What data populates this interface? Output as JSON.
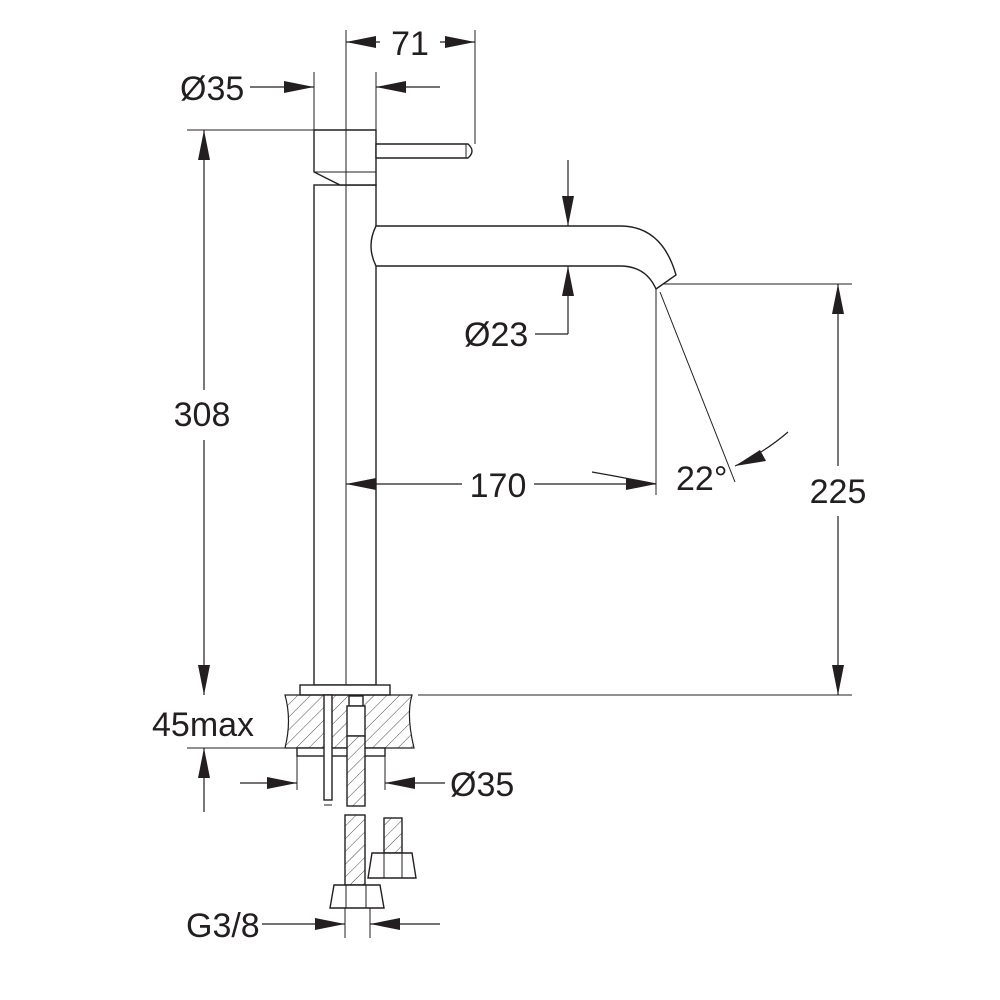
{
  "labels": {
    "lever_length": "71",
    "body_diameter_top": "Ø35",
    "height_total": "308",
    "spout_diameter": "Ø23",
    "spout_reach": "170",
    "spout_angle": "22°",
    "spout_height": "225",
    "deck_thickness": "45max",
    "base_diameter": "Ø35",
    "connection_thread": "G3/8"
  },
  "colors": {
    "line": "#231f20",
    "background": "#ffffff"
  }
}
